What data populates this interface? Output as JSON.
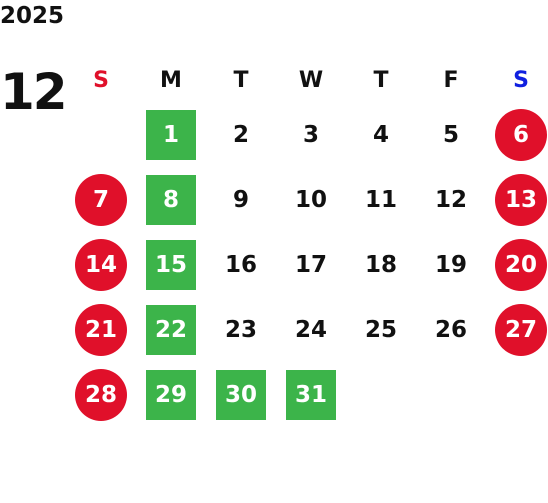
{
  "year": "2025",
  "month": "12",
  "colors": {
    "sunday": "#e0102a",
    "saturday": "#1020e0",
    "holiday": "#3cb44a",
    "weekend": "#e0102a"
  },
  "weekdays": [
    {
      "label": "S",
      "color": "#e0102a"
    },
    {
      "label": "M",
      "color": "#111111"
    },
    {
      "label": "T",
      "color": "#111111"
    },
    {
      "label": "W",
      "color": "#111111"
    },
    {
      "label": "T",
      "color": "#111111"
    },
    {
      "label": "F",
      "color": "#111111"
    },
    {
      "label": "S",
      "color": "#1020e0"
    }
  ],
  "days": [
    {
      "day": "1",
      "kind": "holiday"
    },
    {
      "day": "2",
      "kind": "normal"
    },
    {
      "day": "3",
      "kind": "normal"
    },
    {
      "day": "4",
      "kind": "normal"
    },
    {
      "day": "5",
      "kind": "normal"
    },
    {
      "day": "6",
      "kind": "weekend"
    },
    {
      "day": "7",
      "kind": "weekend"
    },
    {
      "day": "8",
      "kind": "holiday"
    },
    {
      "day": "9",
      "kind": "normal"
    },
    {
      "day": "10",
      "kind": "normal"
    },
    {
      "day": "11",
      "kind": "normal"
    },
    {
      "day": "12",
      "kind": "normal"
    },
    {
      "day": "13",
      "kind": "weekend"
    },
    {
      "day": "14",
      "kind": "weekend"
    },
    {
      "day": "15",
      "kind": "holiday"
    },
    {
      "day": "16",
      "kind": "normal"
    },
    {
      "day": "17",
      "kind": "normal"
    },
    {
      "day": "18",
      "kind": "normal"
    },
    {
      "day": "19",
      "kind": "normal"
    },
    {
      "day": "20",
      "kind": "weekend"
    },
    {
      "day": "21",
      "kind": "weekend"
    },
    {
      "day": "22",
      "kind": "holiday"
    },
    {
      "day": "23",
      "kind": "normal"
    },
    {
      "day": "24",
      "kind": "normal"
    },
    {
      "day": "25",
      "kind": "normal"
    },
    {
      "day": "26",
      "kind": "normal"
    },
    {
      "day": "27",
      "kind": "weekend"
    },
    {
      "day": "28",
      "kind": "weekend"
    },
    {
      "day": "29",
      "kind": "holiday"
    },
    {
      "day": "30",
      "kind": "holiday"
    },
    {
      "day": "31",
      "kind": "holiday"
    }
  ]
}
